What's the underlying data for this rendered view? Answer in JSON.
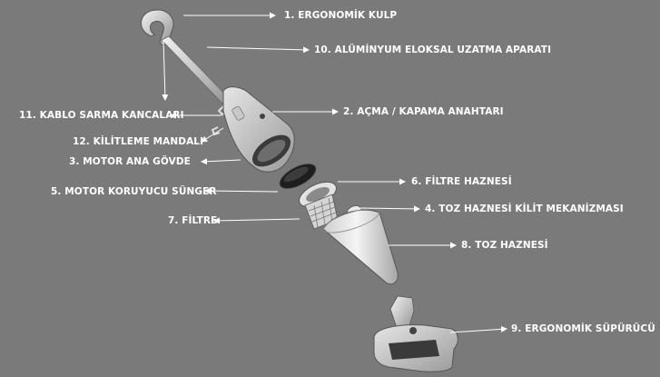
{
  "labels": {
    "l1": "1. ERGONOMİK KULP",
    "l10": "10. ALÜMİNYUM ELOKSAL UZATMA APARATI",
    "l11": "11. KABLO SARMA KANCALARI",
    "l2": "2. AÇMA / KAPAMA ANAHTARI",
    "l12": "12. KİLİTLEME MANDALI",
    "l3": "3. MOTOR ANA GÖVDE",
    "l6": "6. FİLTRE HAZNESİ",
    "l5": "5. MOTOR KORUYUCU SÜNGER",
    "l4": "4. TOZ HAZNESİ KİLİT MEKANİZMASI",
    "l7": "7. FİLTRE",
    "l8": "8. TOZ HAZNESİ",
    "l9": "9. ERGONOMİK SÜPÜRÜCÜ"
  },
  "colors": {
    "background": "#7a7a7a",
    "label": "#ffffff",
    "part_light": "#d8d8d8",
    "part_dark": "#2a2a2a"
  }
}
